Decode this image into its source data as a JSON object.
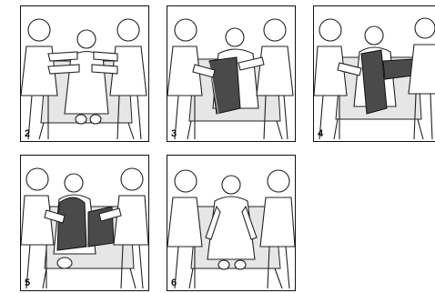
{
  "panels": [
    {
      "id": "p2",
      "step": "2"
    },
    {
      "id": "p3",
      "step": "3"
    },
    {
      "id": "p4",
      "step": "4"
    },
    {
      "id": "p5",
      "step": "5"
    },
    {
      "id": "p6",
      "step": "6"
    }
  ],
  "colors": {
    "sheet": "#4a4a4a",
    "outline": "#222222",
    "fill": "#ffffff"
  }
}
